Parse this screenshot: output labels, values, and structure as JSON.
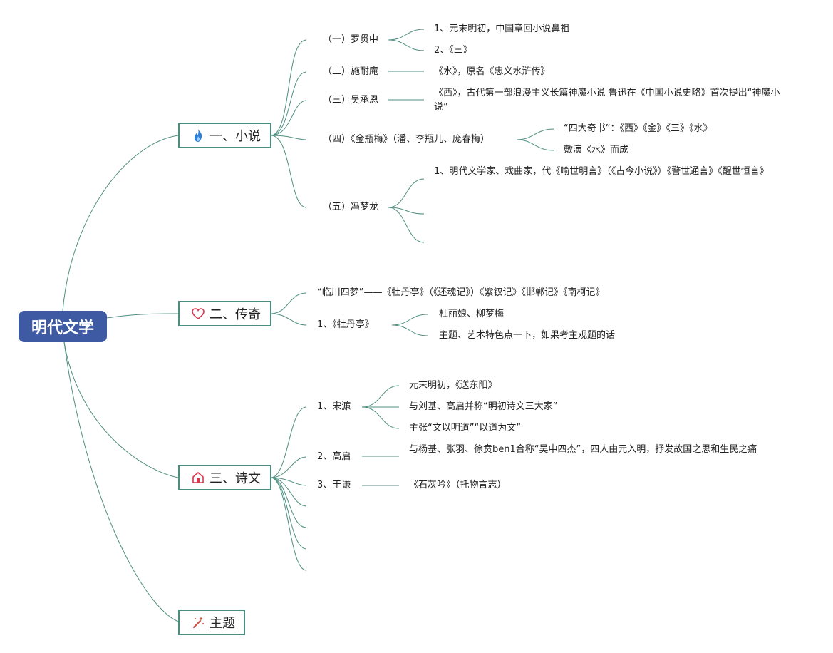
{
  "root": {
    "label": "明代文学"
  },
  "branches": [
    {
      "label": "一、小说",
      "icon": "flame-icon",
      "topics": [
        {
          "label": "（一）罗贯中",
          "children": [
            "1、元末明初，中国章回小说鼻祖",
            "2、《三》"
          ]
        },
        {
          "label": "（二）施耐庵",
          "children": [
            "《水》，原名《忠义水浒传》"
          ]
        },
        {
          "label": "（三）吴承恩",
          "children": [
            "《西》，古代第一部浪漫主义长篇神魔小说 鲁迅在《中国小说史略》首次提出“神魔小说”"
          ]
        },
        {
          "label": "（四）《金瓶梅》（潘、李瓶儿、庞春梅）",
          "children": [
            "“四大奇书”：《西》《金》《三》《水》",
            "敷演《水》而成"
          ]
        },
        {
          "label": "（五）冯梦龙",
          "children": [
            "1、明代文学家、戏曲家，代《喻世明言》（《古今小说》）《警世通言》《醒世恒言》",
            "",
            ""
          ]
        }
      ]
    },
    {
      "label": "二、传奇",
      "icon": "heart-icon",
      "topics": [
        {
          "label": "“临川四梦”——《牡丹亭》（《还魂记》）《紫钗记》《邯郸记》《南柯记》",
          "children": []
        },
        {
          "label": "1、《牡丹亭》",
          "children": [
            "杜丽娘、柳梦梅",
            "主题、艺术特色点一下，如果考主观题的话"
          ]
        }
      ]
    },
    {
      "label": "三、诗文",
      "icon": "home-icon",
      "topics": [
        {
          "label": "1、宋濂",
          "children": [
            "元末明初，《送东阳》",
            "与刘基、高启并称“明初诗文三大家”",
            "主张“文以明道”“以道为文”"
          ]
        },
        {
          "label": "2、高启",
          "children": [
            "与杨基、张羽、徐贲ben1合称“吴中四杰”，四人由元入明，抒发故国之思和生民之痛"
          ]
        },
        {
          "label": "3、于谦",
          "children": [
            "《石灰吟》（托物言志）"
          ]
        }
      ]
    },
    {
      "label": "主题",
      "icon": "magic-wand-icon",
      "topics": []
    }
  ],
  "colors": {
    "root": "#3e5aa3",
    "line": "#4f8f80",
    "branch_border": "#4a8e7f",
    "flame": "#2f7ed8",
    "heart": "#d9364f",
    "home": "#d9364f",
    "wand": "#d24a3a"
  }
}
